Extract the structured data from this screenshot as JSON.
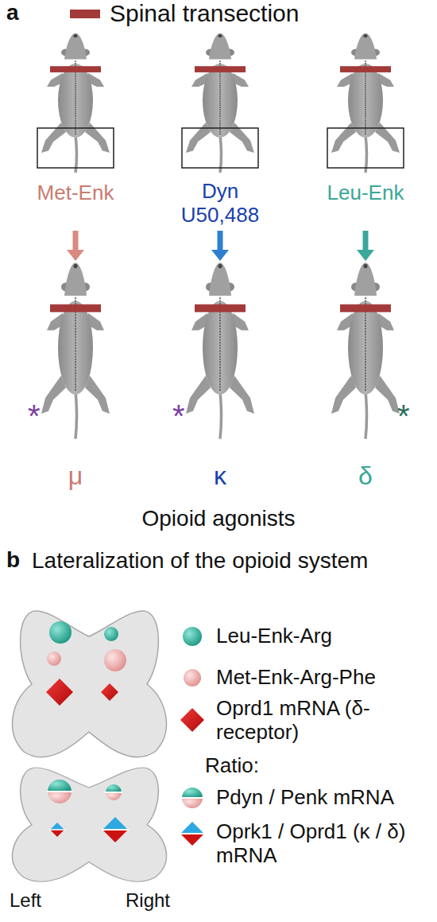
{
  "diagram": {
    "nodes": [
      {
        "text": [
          "Met-Enk"
        ]
      },
      {
        "text": [
          "Dyn",
          "U50,488"
        ]
      },
      {
        "text": [
          "Leu-Enk"
        ]
      },
      {
        "text": [
          "*",
          "μ"
        ]
      },
      {
        "text": [
          "*",
          "κ"
        ]
      },
      {
        "text": [
          "*",
          "δ"
        ]
      }
    ],
    "edges": [
      {
        "from": 0,
        "to": 3,
        "arrow": "to"
      },
      {
        "from": 1,
        "to": 4,
        "arrow": "to"
      },
      {
        "from": 2,
        "to": 5,
        "arrow": "to"
      }
    ],
    "labels": [
      "a",
      "Opioid agonists",
      "b",
      "Lateralization of the opioid system",
      "Ratio:",
      "Left",
      "Right"
    ],
    "legend": [
      {
        "text": "Spinal transection",
        "color": "#a33a3a"
      },
      {
        "text": "Leu-Enk-Arg"
      },
      {
        "text": "Met-Enk-Arg-Phe"
      },
      {
        "text": "Oprd1 mRNA (δ-receptor)"
      },
      {
        "text": "Pdyn / Penk mRNA"
      },
      {
        "text": "Oprk1 / Oprd1 (κ / δ) mRNA"
      }
    ]
  }
}
